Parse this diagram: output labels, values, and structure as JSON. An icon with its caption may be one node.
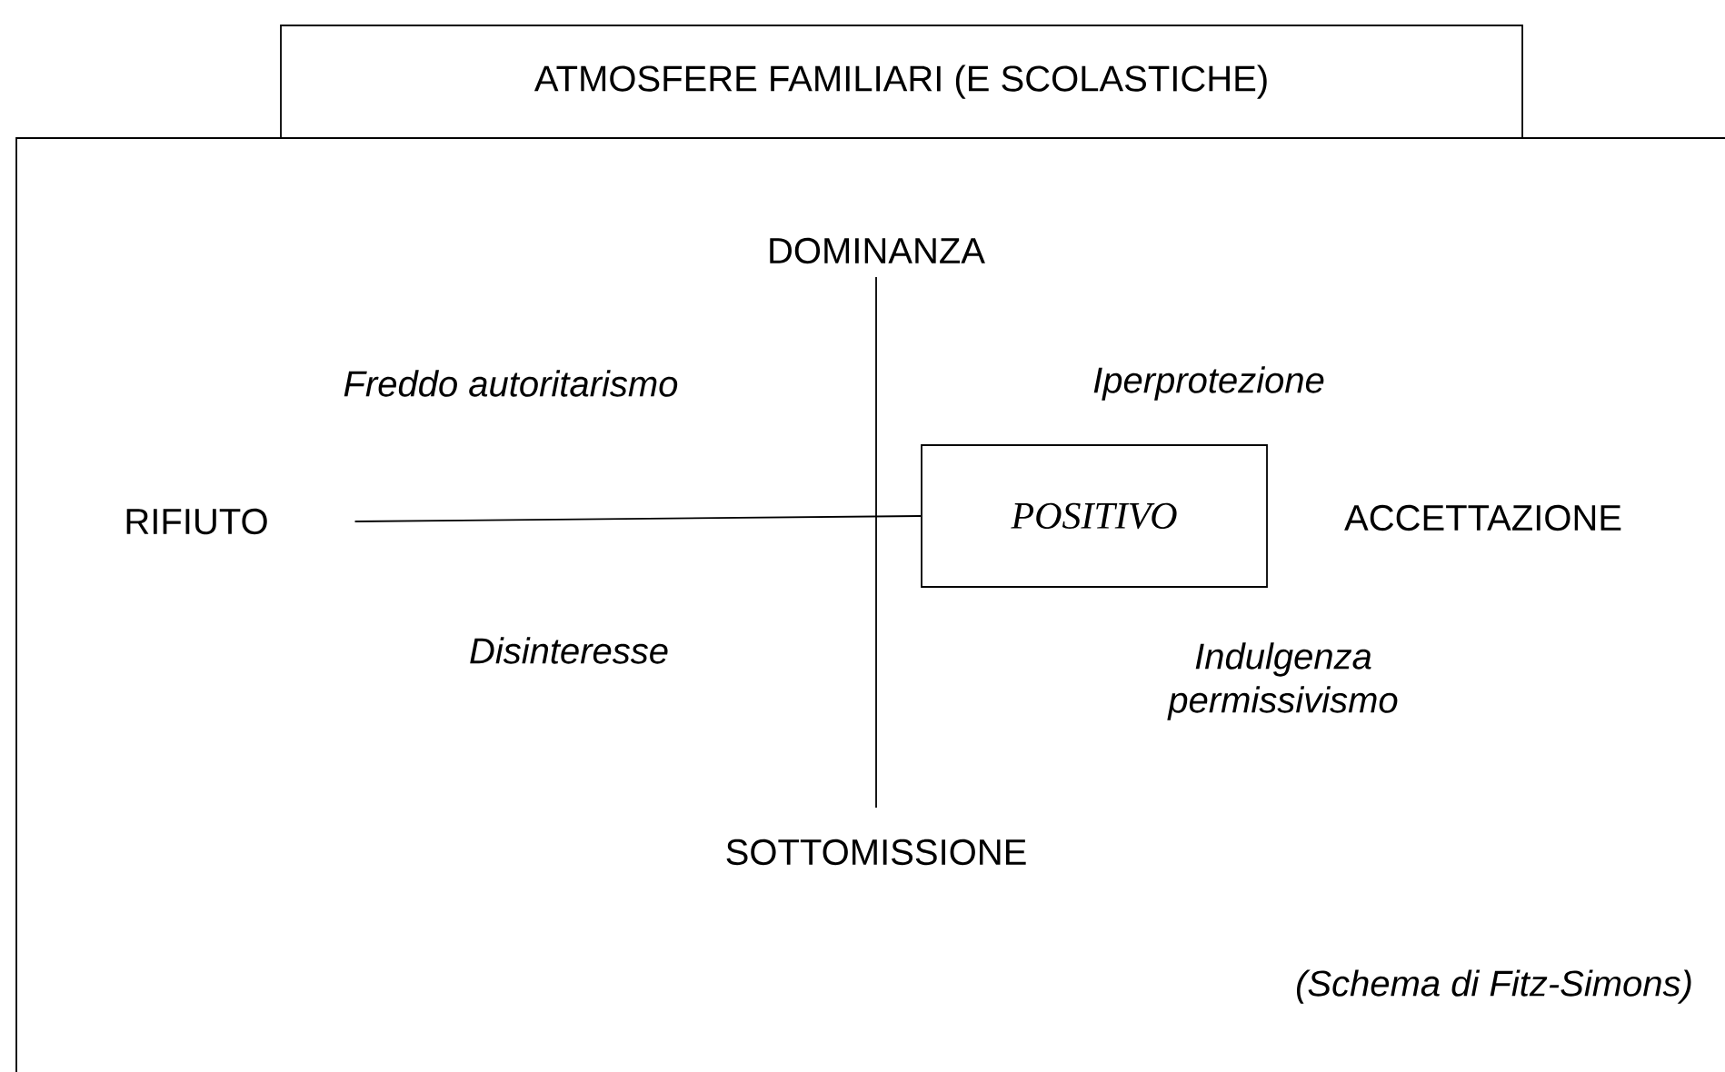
{
  "diagram": {
    "nodes": [
      {
        "text": [
          "ATMOSFERE  FAMILIARI  (E SCOLASTICHE)"
        ]
      },
      {
        "text": [
          "DOMINANZA"
        ]
      },
      {
        "text": [
          "RIFIUTO"
        ]
      },
      {
        "text": [
          "POSITIVO"
        ]
      },
      {
        "text": [
          "SOTTOMISSIONE"
        ]
      }
    ],
    "edges": [
      {
        "from": 1,
        "to": 4,
        "arrow": "none"
      },
      {
        "from": 2,
        "to": 3,
        "arrow": "none"
      }
    ],
    "labels": [
      "Freddo autoritarismo",
      "Iperprotezione",
      "ACCETTAZIONE",
      "Disinteresse",
      "Indulgenza permissivismo",
      "(Schema di Fitz-Simons)"
    ]
  }
}
